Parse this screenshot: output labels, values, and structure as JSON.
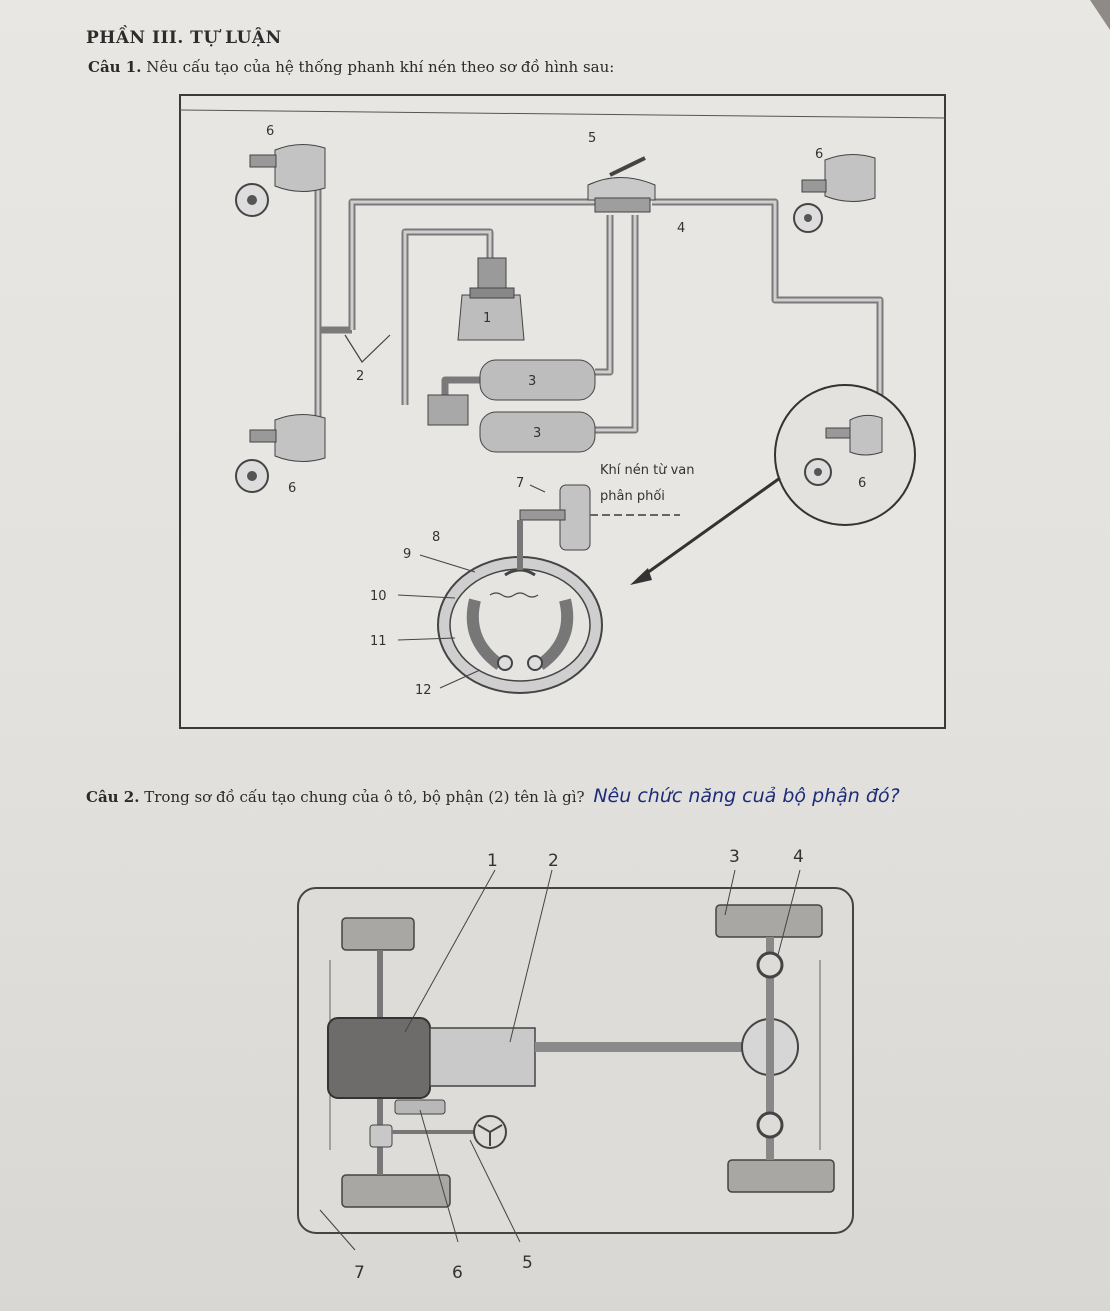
{
  "section_title": "PHẦN III. TỰ LUẬN",
  "question1": {
    "label": "Câu 1.",
    "text": "Nêu cấu tạo của hệ thống phanh khí nén theo sơ đồ hình sau:"
  },
  "diagram1": {
    "labels": [
      "1",
      "2",
      "3",
      "3",
      "4",
      "5",
      "6",
      "6",
      "6",
      "6",
      "7",
      "8",
      "9",
      "10",
      "11",
      "12"
    ],
    "caption_line1": "Khí nén từ van",
    "caption_line2": "phân phối"
  },
  "question2": {
    "label": "Câu 2.",
    "text": "Trong sơ đồ cấu tạo chung của ô tô, bộ phận (2) tên là gì?",
    "handwritten": "Nêu chức năng cuả bộ phận đó?"
  },
  "diagram2": {
    "labels": [
      "1",
      "2",
      "3",
      "4",
      "5",
      "6",
      "7"
    ]
  }
}
